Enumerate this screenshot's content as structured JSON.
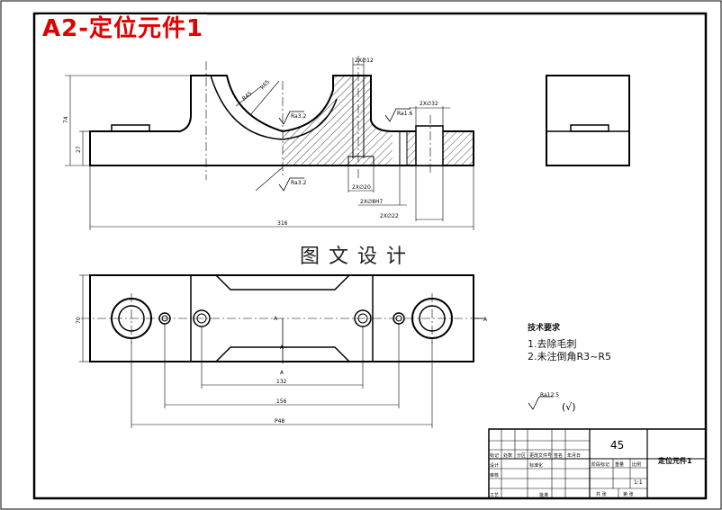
{
  "sheet": {
    "label": "A2-定位元件1",
    "watermark": "图文设计"
  },
  "front_view": {
    "dims": {
      "overall_length": "316",
      "height": "74",
      "base_height": "27",
      "radius_inner": "R45",
      "radius_outer": "R65",
      "hole_top": "2X∅12",
      "hole_bottom": "2X∅20",
      "pin_hole": "2X∅8H7",
      "cbore_top": "2X∅32",
      "cbore_bottom": "2X∅22"
    },
    "roughness": [
      "Ra3.2",
      "Ra1.6",
      "Ra3.2"
    ]
  },
  "top_view": {
    "dims": {
      "width": "70",
      "inner_length": "132",
      "pin_spacing": "156",
      "hole_spacing": "P48"
    },
    "section_marks": [
      "A",
      "A",
      "A",
      "A"
    ]
  },
  "notes": {
    "heading": "技术要求",
    "items": [
      "1.去除毛刺",
      "2.未注倒角R3~R5"
    ]
  },
  "surface_finish": {
    "symbol_value": "Ra12.5",
    "suffix": "(√)"
  },
  "title_block": {
    "material": "45",
    "part_name": "定位元件1",
    "scale": "1:1",
    "labels": {
      "mark": "标记",
      "count": "处数",
      "zone": "分区",
      "doc_no": "更改文件号",
      "signature": "签名",
      "date": "年月日",
      "design": "设计",
      "standard": "标准化",
      "review": "审核",
      "process": "工艺",
      "approve": "批准",
      "stage_mark": "阶段标记",
      "weight": "重量",
      "scale_label": "比例",
      "sheets_total": "共 张",
      "sheet_no": "第 张"
    }
  }
}
